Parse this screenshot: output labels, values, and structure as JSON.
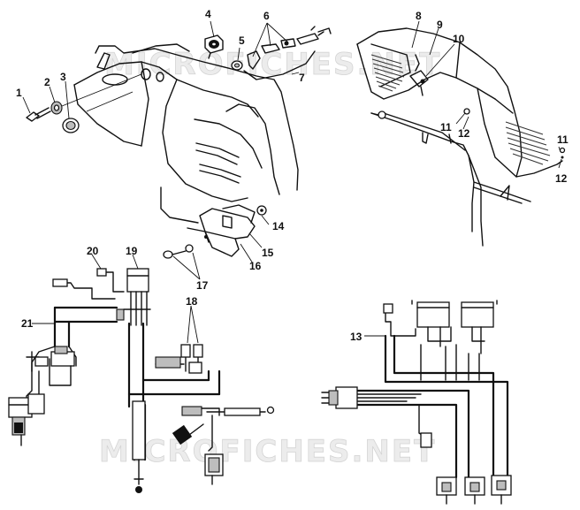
{
  "callouts": {
    "c1": "1",
    "c2": "2",
    "c3": "3",
    "c4": "4",
    "c5": "5",
    "c6": "6",
    "c7": "7",
    "c8": "8",
    "c9": "9",
    "c10": "10",
    "c11a": "11",
    "c12a": "12",
    "c11b": "11",
    "c12b": "12",
    "c13": "13",
    "c14": "14",
    "c15": "15",
    "c16": "16",
    "c17": "17",
    "c18": "18",
    "c19": "19",
    "c20": "20",
    "c21": "21"
  },
  "watermark": {
    "top": "MICROFICHES.NET",
    "bottom": "MICROFICHES.NET"
  },
  "colors": {
    "line": "#111111",
    "background": "#ffffff",
    "watermark": "#ececec"
  }
}
